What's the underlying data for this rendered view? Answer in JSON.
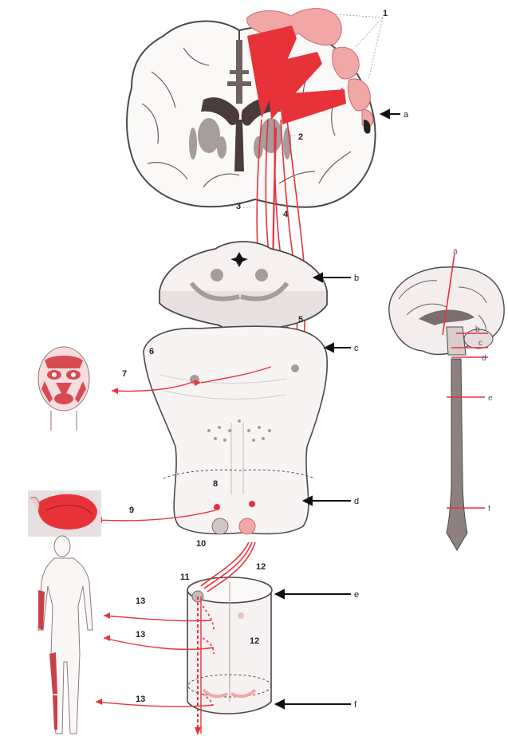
{
  "colors": {
    "tract": "#e8323a",
    "tract_light": "#f4a3a3",
    "cortex_pink": "#f2a7a7",
    "outline": "#4a4a4a",
    "gray_matter": "#9a9090",
    "ventricle": "#5a4a4a",
    "section_fill": "#f5f1f1"
  },
  "numbers": {
    "n1": "1",
    "n2": "2",
    "n3": "3",
    "n4": "4",
    "n5": "5",
    "n6": "6",
    "n7": "7",
    "n8": "8",
    "n9": "9",
    "n10": "10",
    "n11": "11",
    "n12a": "12",
    "n12b": "12",
    "n13a": "13",
    "n13b": "13",
    "n13c": "13"
  },
  "levels": {
    "a": "a",
    "b": "b",
    "c": "c",
    "d": "d",
    "e": "e",
    "f": "f"
  },
  "inset_levels": {
    "a": "a",
    "b": "b",
    "c": "c",
    "d": "d",
    "e": "e",
    "f": "f"
  },
  "icons": [
    "arrow-left-icon",
    "face-muscles-icon",
    "tongue-icon",
    "body-figure-icon"
  ]
}
